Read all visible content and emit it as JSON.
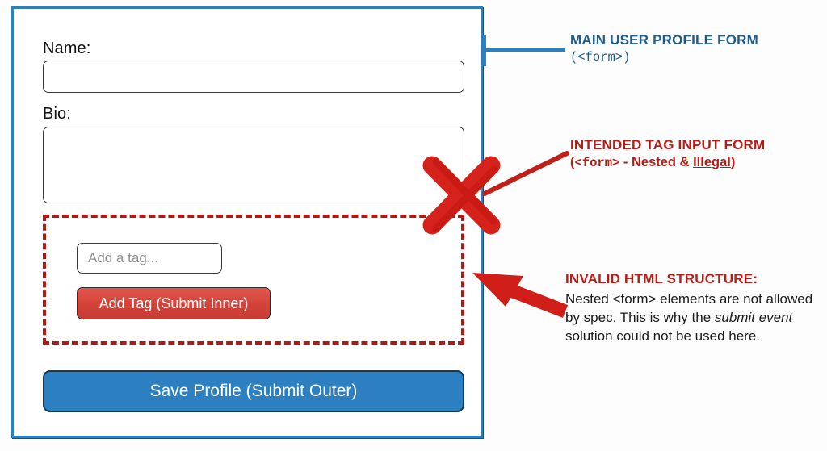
{
  "form": {
    "name_label": "Name:",
    "name_value": "",
    "name_placeholder": "",
    "bio_label": "Bio:",
    "bio_value": "",
    "bio_placeholder": "",
    "save_button_label": "Save Profile (Submit Outer)"
  },
  "inner_form": {
    "tag_placeholder": "Add a tag...",
    "tag_value": "",
    "add_button_label": "Add Tag (Submit Inner)"
  },
  "annotations": {
    "main_form": {
      "title": "MAIN USER PROFILE FORM",
      "subtitle": "(<form>)"
    },
    "tag_form": {
      "title": "INTENDED TAG INPUT FORM",
      "sub_open": "(",
      "sub_tag": "<form>",
      "sub_mid": " - Nested & ",
      "sub_underlined": "Illegal",
      "sub_close": ")"
    },
    "invalid": {
      "title": "INVALID HTML STRUCTURE:",
      "body_part1": "Nested <form> elements are not allowed by spec. This is why the ",
      "body_emphasis": "submit event",
      "body_part2": " solution could not be used here."
    }
  },
  "colors": {
    "outer_form_border": "#2e7fbf",
    "inner_form_border": "#b01a16",
    "save_button_bg": "#2c7fc0",
    "add_button_bg": "#d4433a",
    "annotation_blue": "#1f5c8b",
    "annotation_red": "#b81c17",
    "body_text": "#1b1b1b"
  }
}
